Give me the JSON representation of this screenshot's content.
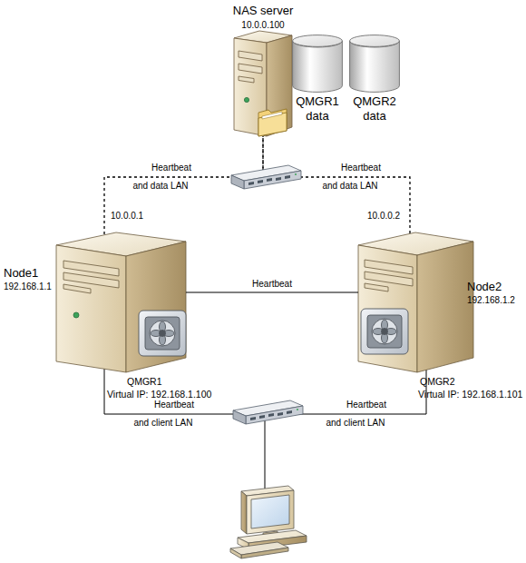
{
  "diagram": {
    "nodes": [
      {
        "text": [
          "NAS server",
          "10.0.0.100"
        ]
      },
      {
        "text": [
          "QMGR1 data"
        ]
      },
      {
        "text": [
          "QMGR2 data"
        ]
      },
      {
        "text": [
          "Node1",
          "192.168.1.1"
        ]
      },
      {
        "text": [
          "Node2",
          "192.168.1.2"
        ]
      },
      {
        "text": [
          "QMGR1",
          "Virtual IP: 192.168.1.100"
        ]
      },
      {
        "text": [
          "QMGR2",
          "Virtual IP: 192.168.1.101"
        ]
      }
    ],
    "edges": [
      {
        "from": 3,
        "to": 0,
        "arrow": "none",
        "label": "Heartbeat and data LAN"
      },
      {
        "from": 4,
        "to": 0,
        "arrow": "none",
        "label": "Heartbeat and data LAN"
      },
      {
        "from": 3,
        "to": 4,
        "arrow": "none",
        "label": "Heartbeat"
      }
    ],
    "labels": [
      "10.0.0.1",
      "10.0.0.2",
      "Heartbeat and client LAN",
      "Heartbeat and client LAN"
    ]
  }
}
